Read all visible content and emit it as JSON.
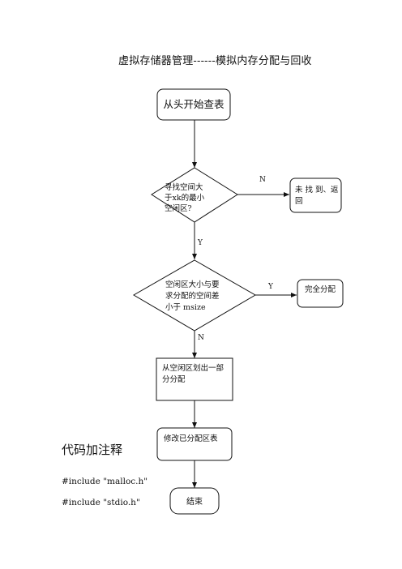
{
  "doc": {
    "title": "虚拟存储器管理------模拟内存分配与回收",
    "section_heading": "代码加注释",
    "code_lines": [
      "#include \"malloc.h\"",
      "#include \"stdio.h\""
    ]
  },
  "flowchart": {
    "start": "从头开始查表",
    "decision1": [
      "寻找空间大",
      "于xk的最小",
      "空闲区?"
    ],
    "not_found": [
      "未 找 到、返",
      "回"
    ],
    "decision2": [
      "空闲区大小与要",
      "求分配的空间差",
      "小于 msize"
    ],
    "full_alloc": "完全分配",
    "partial_alloc": [
      "从空闲区划出一部",
      "分分配"
    ],
    "modify_table": "修改已分配区表",
    "end": "结束",
    "labels": {
      "d1_no": "N",
      "d1_yes": "Y",
      "d2_yes": "Y",
      "d2_no": "N"
    }
  }
}
